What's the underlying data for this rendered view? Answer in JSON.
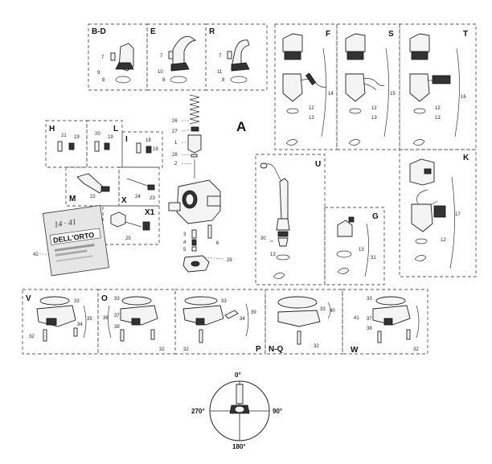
{
  "title": "A",
  "boxes": [
    {
      "label": "B-D",
      "numbers": [
        "7",
        "9",
        "8"
      ]
    },
    {
      "label": "E",
      "numbers": [
        "7",
        "10",
        "8"
      ]
    },
    {
      "label": "R",
      "numbers": [
        "7",
        "11",
        "8"
      ]
    },
    {
      "label": "F",
      "numbers": [
        "14",
        "12",
        "13"
      ]
    },
    {
      "label": "S",
      "numbers": [
        "15",
        "12",
        "13"
      ]
    },
    {
      "label": "T",
      "numbers": [
        "16",
        "12",
        "13"
      ]
    },
    {
      "label": "H",
      "numbers": [
        "21",
        "19"
      ]
    },
    {
      "label": "L",
      "numbers": [
        "20",
        "19"
      ]
    },
    {
      "label": "I",
      "numbers": [
        "18",
        "19"
      ]
    },
    {
      "label": "M",
      "numbers": [
        "22"
      ]
    },
    {
      "label": "X",
      "numbers": [
        "24",
        "23"
      ]
    },
    {
      "label": "X1",
      "numbers": [
        "25"
      ]
    },
    {
      "label": "U",
      "numbers": [
        "30",
        "13"
      ]
    },
    {
      "label": "G",
      "numbers": [
        "13",
        "31"
      ]
    },
    {
      "label": "K",
      "numbers": [
        "17",
        "12"
      ]
    },
    {
      "label": "V",
      "numbers": [
        "33",
        "35",
        "34",
        "32"
      ]
    },
    {
      "label": "O",
      "numbers": [
        "33",
        "36",
        "37",
        "38",
        "32"
      ]
    },
    {
      "label": "P",
      "numbers": [
        "33",
        "39",
        "34",
        "32"
      ]
    },
    {
      "label": "N-Q",
      "numbers": [
        "33",
        "40",
        "32"
      ]
    },
    {
      "label": "W",
      "numbers": [
        "33",
        "41",
        "37",
        "38",
        "32"
      ]
    }
  ],
  "main_numbers": [
    "26",
    "27",
    "1",
    "28",
    "2",
    "3",
    "4",
    "5",
    "6",
    "29"
  ],
  "booklet": {
    "number": "42",
    "brand": "DELL'ORTO",
    "handwriting": "14 · 41"
  },
  "orientation": {
    "top": "0°",
    "right": "90°",
    "bottom": "180°",
    "left": "270°"
  }
}
